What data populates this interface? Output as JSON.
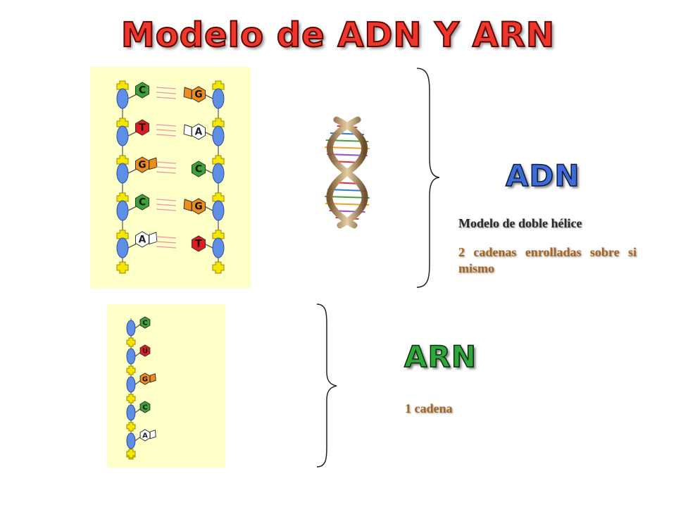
{
  "title": "Modelo de ADN Y ARN",
  "adn": {
    "label": "ADN",
    "subtitle": "Modelo de doble hélice",
    "description": "2 cadenas enrolladas sobre si mismo",
    "left_bases": [
      "C",
      "T",
      "G",
      "C",
      "A"
    ],
    "right_bases": [
      "G",
      "A",
      "C",
      "G",
      "T"
    ]
  },
  "arn": {
    "label": "ARN",
    "description": "1 cadena",
    "bases": [
      "C",
      "U",
      "G",
      "C",
      "A"
    ]
  },
  "colors": {
    "panel_bg": "#ffffc8",
    "phosphate": "#f5e600",
    "sugar": "#5e8ee6",
    "base_C": "#3aa236",
    "base_T": "#e01b24",
    "base_U": "#e01b24",
    "base_G": "#f08c1c",
    "base_A": "#ffffff",
    "title": "#f0352a",
    "adn_label": "#3d6bd8",
    "arn_label": "#2fa83a"
  },
  "icons": [
    "dna-helix-icon",
    "brace-icon"
  ]
}
